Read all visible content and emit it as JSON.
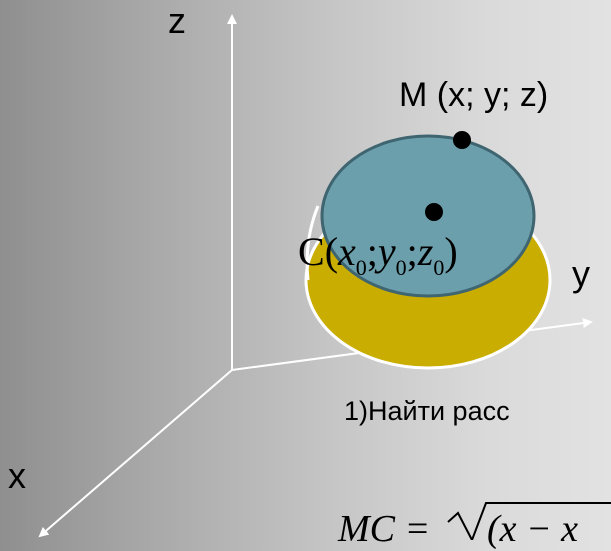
{
  "diagram": {
    "axis_labels": {
      "z": "z",
      "y": "y",
      "x": "x"
    },
    "point_m": {
      "label": "M (x; y; z)"
    },
    "point_c": {
      "letter": "C",
      "open": "(",
      "close": ")",
      "sep": ";",
      "x": "x",
      "y": "y",
      "z": "z",
      "sub": "0"
    },
    "step_text": "1)Найти расс",
    "formula": {
      "lhs": "MC =",
      "rhs": "(x − x"
    },
    "colors": {
      "sphere_top": "#6b9fac",
      "sphere_side": "#c9ad00",
      "outline": "#ffffff",
      "ellipse_stroke": "#3f6571",
      "axis": "#ffffff",
      "point": "#000000"
    }
  }
}
